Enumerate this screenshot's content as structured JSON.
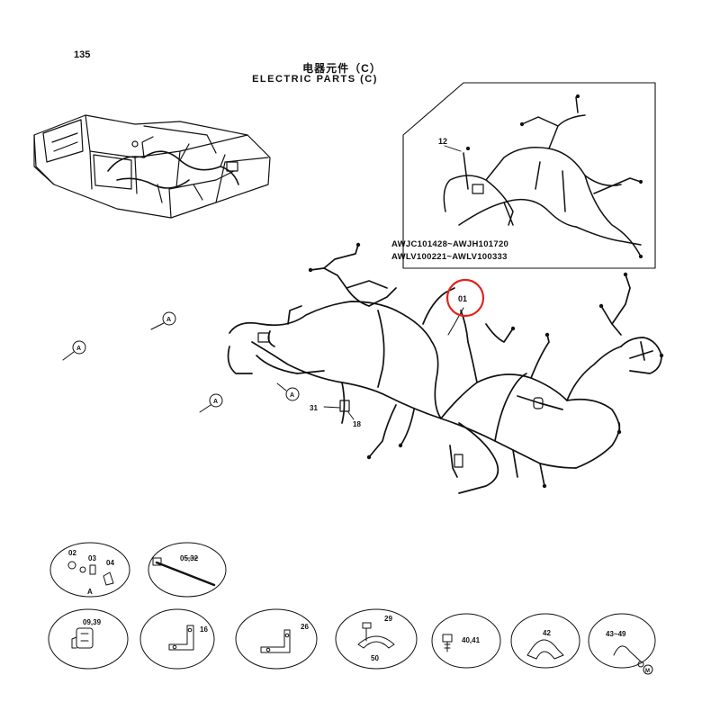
{
  "header": {
    "page_number": "135",
    "title_cn": "电器元件（C）",
    "title_en": "ELECTRIC PARTS (C)"
  },
  "inset": {
    "callout": "12",
    "serial_line1": "AWJC101428~AWJH101720",
    "serial_line2": "AWLV100221~AWLV100333"
  },
  "main_diagram": {
    "harness_callout": "01",
    "callout_31": "31",
    "callout_18": "18",
    "ground_marker": "A"
  },
  "parts": {
    "part_02": "02",
    "part_03": "03",
    "part_04": "04",
    "part_A": "A",
    "part_05_32": "05,32",
    "part_09_39": "09,39",
    "part_16": "16",
    "part_26": "26",
    "part_29": "29",
    "part_50": "50",
    "part_40_41": "40,41",
    "part_42": "42",
    "part_43_49": "43~49",
    "mark_M": "M"
  },
  "colors": {
    "highlight_circle": "#e0241b",
    "line": "#111111"
  }
}
